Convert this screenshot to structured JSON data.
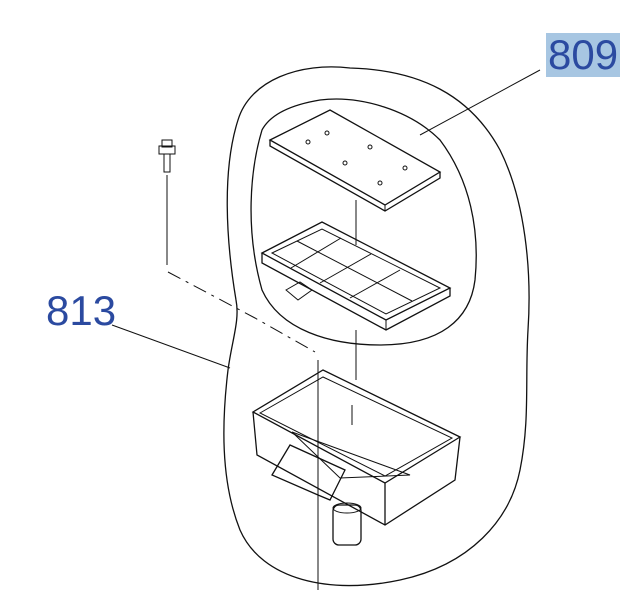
{
  "diagram": {
    "callouts": [
      {
        "id": "809",
        "label": "809",
        "highlighted": true,
        "highlight_color": "#a7c6e2"
      },
      {
        "id": "813",
        "label": "813",
        "highlighted": false
      }
    ],
    "label_color": "#2b4aa0"
  }
}
